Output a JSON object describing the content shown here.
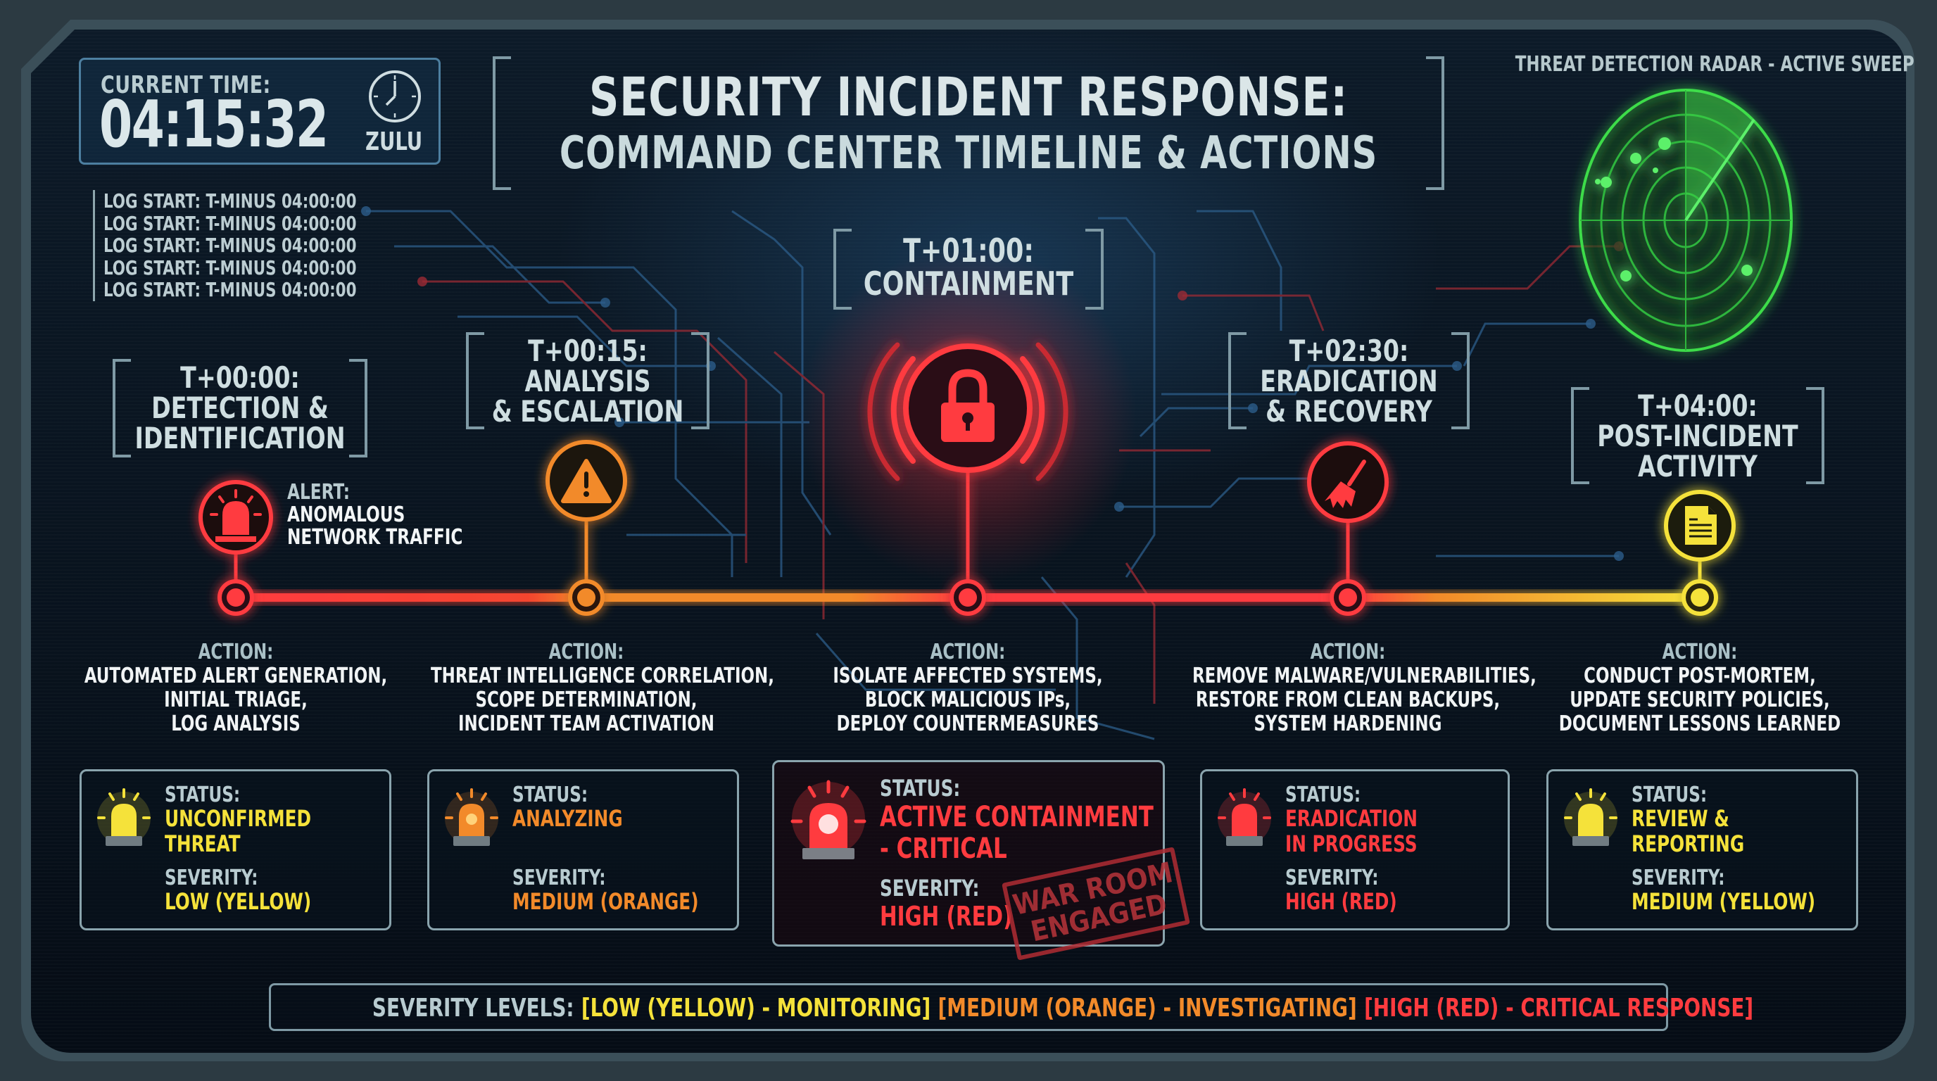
{
  "header": {
    "clock": {
      "label": "CURRENT TIME:",
      "time": "04:15:32",
      "zone": "ZULU",
      "icon": "clock-icon"
    },
    "log_lines": [
      "LOG START: T-MINUS 04:00:00",
      "LOG START: T-MINUS 04:00:00",
      "LOG START: T-MINUS 04:00:00",
      "LOG START: T-MINUS 04:00:00",
      "LOG START: T-MINUS 04:00:00"
    ],
    "title_line1": "SECURITY INCIDENT RESPONSE:",
    "title_line2": "COMMAND CENTER TIMELINE & ACTIONS"
  },
  "radar": {
    "label": "THREAT DETECTION RADAR - ACTIVE SWEEP",
    "color": "#3ddc4a"
  },
  "colors": {
    "yellow": "#f5e23a",
    "orange": "#f28a2a",
    "red": "#ff3b3f",
    "text": "#cfdee1",
    "frame": "#7f9aa5"
  },
  "phases": [
    {
      "time": "T+00:00:",
      "name_lines": [
        "DETECTION &",
        "IDENTIFICATION"
      ],
      "icon": "siren-icon",
      "color": "#ff3b3f",
      "alert_label": "ALERT:",
      "alert_lines": [
        "ANOMALOUS",
        "NETWORK TRAFFIC"
      ],
      "action_label": "ACTION:",
      "action_lines": [
        "AUTOMATED ALERT GENERATION,",
        "INITIAL TRIAGE,",
        "LOG ANALYSIS"
      ],
      "status_label": "STATUS:",
      "status_lines": [
        "UNCONFIRMED",
        "THREAT"
      ],
      "severity_label": "SEVERITY:",
      "severity": "LOW (YELLOW)",
      "status_color": "#f5e23a"
    },
    {
      "time": "T+00:15:",
      "name_lines": [
        "ANALYSIS",
        "& ESCALATION"
      ],
      "icon": "warning-triangle-icon",
      "color": "#f28a2a",
      "action_label": "ACTION:",
      "action_lines": [
        "THREAT INTELLIGENCE CORRELATION,",
        "SCOPE DETERMINATION,",
        "INCIDENT TEAM ACTIVATION"
      ],
      "status_label": "STATUS:",
      "status_lines": [
        "ANALYZING"
      ],
      "severity_label": "SEVERITY:",
      "severity": "MEDIUM (ORANGE)",
      "status_color": "#f28a2a"
    },
    {
      "time": "T+01:00:",
      "name_lines": [
        "CONTAINMENT"
      ],
      "icon": "padlock-icon",
      "color": "#ff3b3f",
      "action_label": "ACTION:",
      "action_lines": [
        "ISOLATE AFFECTED SYSTEMS,",
        "BLOCK MALICIOUS IPs,",
        "DEPLOY COUNTERMEASURES"
      ],
      "status_label": "STATUS:",
      "status_lines": [
        "ACTIVE CONTAINMENT",
        "- CRITICAL"
      ],
      "severity_label": "SEVERITY:",
      "severity": "HIGH (RED)",
      "status_color": "#ff3b3f",
      "stamp_lines": [
        "WAR ROOM",
        "ENGAGED"
      ]
    },
    {
      "time": "T+02:30:",
      "name_lines": [
        "ERADICATION",
        "& RECOVERY"
      ],
      "icon": "broom-icon",
      "color": "#ff3b3f",
      "action_label": "ACTION:",
      "action_lines": [
        "REMOVE MALWARE/VULNERABILITIES,",
        "RESTORE FROM CLEAN BACKUPS,",
        "SYSTEM HARDENING"
      ],
      "status_label": "STATUS:",
      "status_lines": [
        "ERADICATION",
        "IN PROGRESS"
      ],
      "severity_label": "SEVERITY:",
      "severity": "HIGH (RED)",
      "status_color": "#ff3b3f"
    },
    {
      "time": "T+04:00:",
      "name_lines": [
        "POST-INCIDENT",
        "ACTIVITY"
      ],
      "icon": "document-icon",
      "color": "#f5e23a",
      "action_label": "ACTION:",
      "action_lines": [
        "CONDUCT POST-MORTEM,",
        "UPDATE SECURITY POLICIES,",
        "DOCUMENT LESSONS LEARNED"
      ],
      "status_label": "STATUS:",
      "status_lines": [
        "REVIEW &",
        "REPORTING"
      ],
      "severity_label": "SEVERITY:",
      "severity": "MEDIUM (YELLOW)",
      "status_color": "#f5e23a"
    }
  ],
  "legend": {
    "label": "SEVERITY LEVELS:",
    "items": [
      {
        "text": "[LOW (YELLOW) - MONITORING]",
        "color": "#f5e23a"
      },
      {
        "text": "[MEDIUM (ORANGE) - INVESTIGATING]",
        "color": "#f28a2a"
      },
      {
        "text": "[HIGH (RED) - CRITICAL RESPONSE]",
        "color": "#ff3b3f"
      }
    ]
  }
}
